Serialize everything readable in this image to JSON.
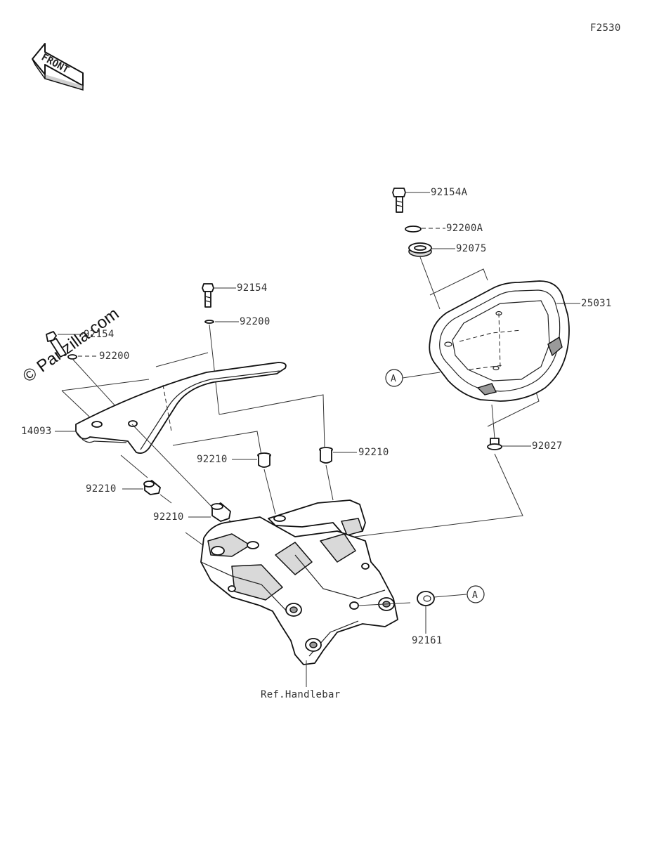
{
  "diagram": {
    "ref_code": "F2530",
    "watermark": "© Partzilla.com",
    "front_label": "FRONT",
    "reference_text": "Ref.Handlebar",
    "callout_symbol": "A",
    "part_labels": {
      "p92154A": "92154A",
      "p92200A": "92200A",
      "p92075": "92075",
      "p25031": "25031",
      "p92027": "92027",
      "p92154_top": "92154",
      "p92200_top": "92200",
      "p92154_left": "92154",
      "p92200_left": "92200",
      "p14093": "14093",
      "p92210_mid": "92210",
      "p92210_right": "92210",
      "p92210_left": "92210",
      "p92210_low": "92210",
      "p92161": "92161"
    }
  }
}
